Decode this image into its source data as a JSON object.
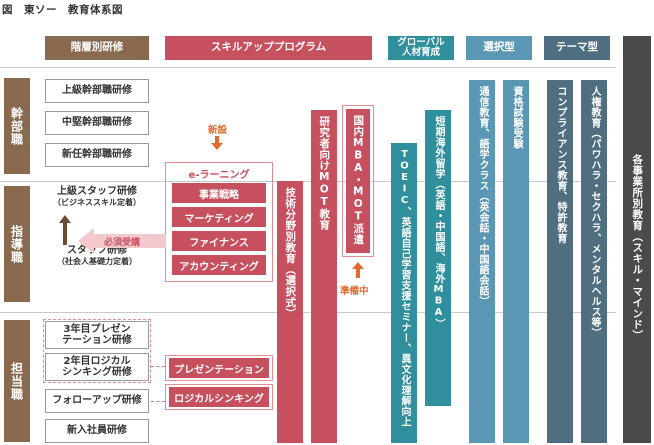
{
  "title": "図　東ソー　教育体系図",
  "headers": {
    "rank": "階層別研修",
    "skill": "スキルアッププログラム",
    "global": "グローバル\n人材育成",
    "select": "選択型",
    "theme": "テーマ型"
  },
  "roles": {
    "kanbu": "幹部職",
    "shido": "指導職",
    "tanto": "担当職"
  },
  "rank_courses": {
    "upper_kanbu": "上級幹部職研修",
    "mid_kanbu": "中堅幹部職研修",
    "new_kanbu": "新任幹部職研修",
    "upper_staff": "上級スタッフ研修",
    "upper_staff_sub": "（ビジネススキル定着）",
    "staff": "スタッフ研修",
    "staff_sub": "（社会人基礎力定着）",
    "third_year": "3年目プレゼン\nテーション研修",
    "second_year": "2年目ロジカル\nシンキング研修",
    "followup": "フォローアップ研修",
    "new_employee": "新入社員研修"
  },
  "skill_program": {
    "new_label": "新設",
    "elearning_title": "e-ラーニング",
    "elearning_items": [
      "事業戦略",
      "マーケティング",
      "ファイナンス",
      "アカウンティング"
    ],
    "required_label": "必須受講",
    "presentation": "プレゼンテーション",
    "logical": "ロジカルシンキング",
    "tech_field": "技術分野別教育（選択式）",
    "researcher_mot": "研究者向けMOT教育",
    "domestic_mba": "国内MBA・MOT派遣",
    "preparing": "準備中"
  },
  "global": {
    "toeic": "TOEIC、英語自己学習支援セミナー、異文化理解向上",
    "study_abroad": "短期海外留学（英語・中国語、海外MBA）"
  },
  "select": {
    "correspondence": "通信教育、語学クラス（英会話・中国語会話）",
    "qualification": "資格試験受験"
  },
  "theme": {
    "compliance": "コンプライアンス教育、特許教育",
    "human_rights": "人権教育（パワハラ・セクハラ、メンタルヘルス等）"
  },
  "division": "各事業所別教育（スキル・マインド）",
  "colors": {
    "brown": "#8a6a4f",
    "pink": "#c7505e",
    "teal": "#2f8f9d",
    "blue": "#5a97b5",
    "slate": "#4f6f80",
    "dark": "#4a4a4a",
    "orange": "#e06a2a"
  }
}
